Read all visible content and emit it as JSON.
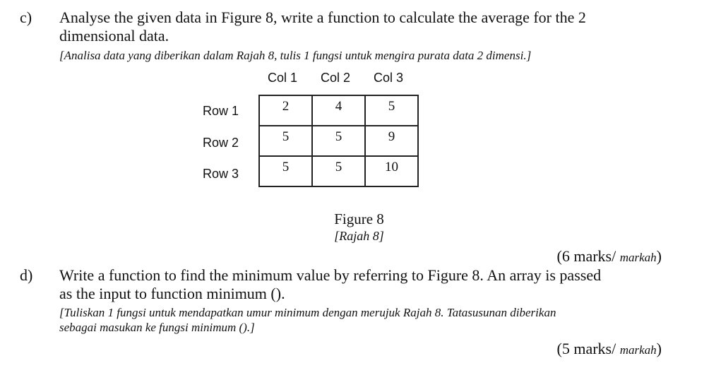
{
  "question_c": {
    "label": "c)",
    "text_line1": "Analyse the given data in Figure 8, write a function to calculate the average for the 2",
    "text_line2": "dimensional data.",
    "translation": "[Analisa data yang diberikan dalam Rajah 8, tulis 1 fungsi untuk mengira purata data 2 dimensi.]",
    "marks_num": "(6 marks/",
    "marks_word": "markah",
    "marks_close": ")"
  },
  "figure": {
    "col_headers": [
      "Col 1",
      "Col 2",
      "Col 3"
    ],
    "row_headers": [
      "Row 1",
      "Row 2",
      "Row 3"
    ],
    "rows": [
      [
        "2",
        "4",
        "5"
      ],
      [
        "5",
        "5",
        "9"
      ],
      [
        "5",
        "5",
        "10"
      ]
    ],
    "caption": "Figure 8",
    "caption_translation": "[Rajah 8]"
  },
  "question_d": {
    "label": "d)",
    "text_line1": "Write a function to find the minimum value by referring to Figure 8. An array is passed",
    "text_line2": "as the input to function minimum ().",
    "translation_line1": "[Tuliskan 1 fungsi untuk mendapatkan umur minimum dengan merujuk Rajah 8. Tatasusunan diberikan",
    "translation_line2": "sebagai masukan ke fungsi minimum ().]",
    "marks_num": "(5 marks/",
    "marks_word": "markah",
    "marks_close": ")"
  }
}
